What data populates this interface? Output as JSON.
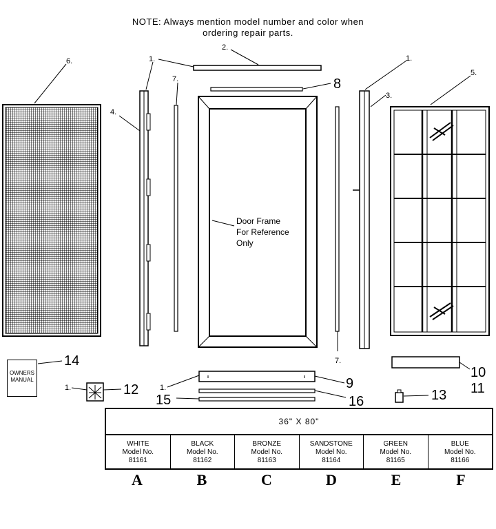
{
  "note": {
    "line1": "NOTE: Always mention model number and color when",
    "line2": "ordering repair parts."
  },
  "callouts": {
    "c1a": "1.",
    "c2": "2.",
    "c1b": "1.",
    "c6": "6.",
    "c5": "5.",
    "c7a": "7.",
    "c4": "4.",
    "c8": "8",
    "c3": "3.",
    "c7b": "7.",
    "c14": "14",
    "c1c": "1.",
    "c12": "12",
    "c1d": "1.",
    "c15": "15",
    "c9": "9",
    "c16": "16",
    "c10": "10",
    "c11": "11",
    "c13": "13"
  },
  "door_frame_ref": [
    "Door Frame",
    "For Reference",
    "Only"
  ],
  "owners_manual": [
    "OWNERS",
    "MANUAL"
  ],
  "table": {
    "size": "36\" X 80\"",
    "columns": [
      {
        "color": "WHITE",
        "label": "Model No.",
        "model": "81161",
        "letter": "A"
      },
      {
        "color": "BLACK",
        "label": "Model No.",
        "model": "81162",
        "letter": "B"
      },
      {
        "color": "BRONZE",
        "label": "Model No.",
        "model": "81163",
        "letter": "C"
      },
      {
        "color": "SANDSTONE",
        "label": "Model No.",
        "model": "81164",
        "letter": "D"
      },
      {
        "color": "GREEN",
        "label": "Model No.",
        "model": "81165",
        "letter": "E"
      },
      {
        "color": "BLUE",
        "label": "Model No.",
        "model": "81166",
        "letter": "F"
      }
    ]
  }
}
